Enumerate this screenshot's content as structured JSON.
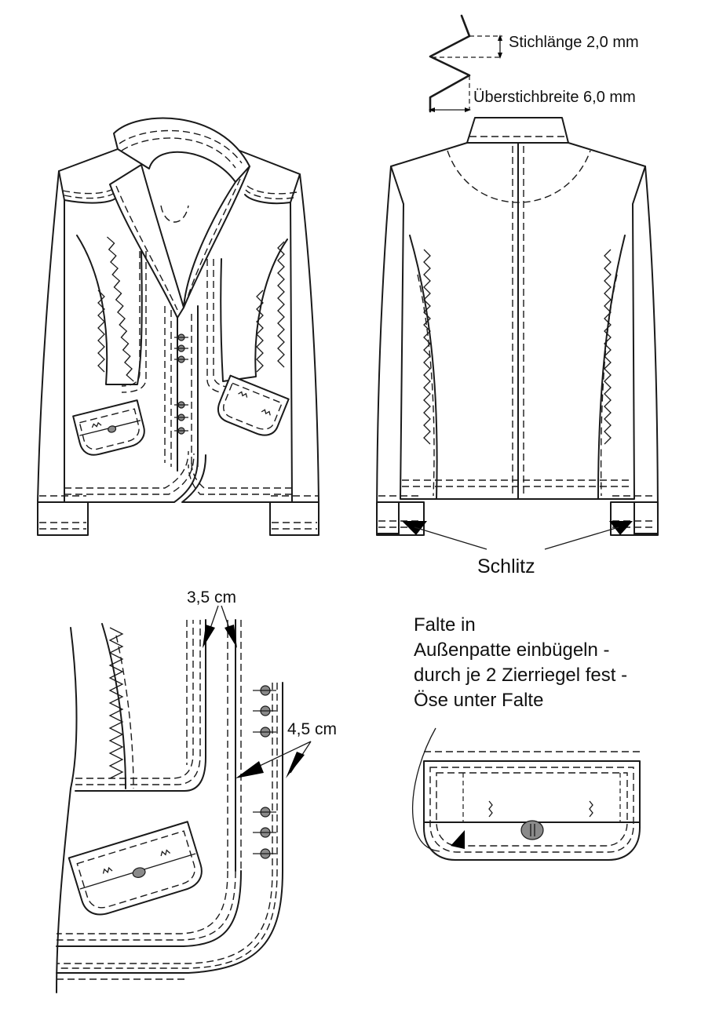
{
  "annotations": {
    "stitch_length": "Stichlänge 2,0 mm",
    "stitch_width": "Überstichbreite 6,0 mm",
    "vent": "Schlitz",
    "measure_lapel": "3,5 cm",
    "measure_front": "4,5 cm",
    "flap_note": [
      "Falte in",
      "Außenpatte einbügeln -",
      "durch je 2 Zierriegel fest -",
      "Öse unter Falte"
    ]
  },
  "icons": {
    "stitch": "zigzag-stitch-icon",
    "button": "button-icon",
    "arrow": "pointer-arrow-icon"
  },
  "colors": {
    "line": "#1a1a1a",
    "button_fill": "#8a8a8a",
    "background": "#ffffff"
  }
}
